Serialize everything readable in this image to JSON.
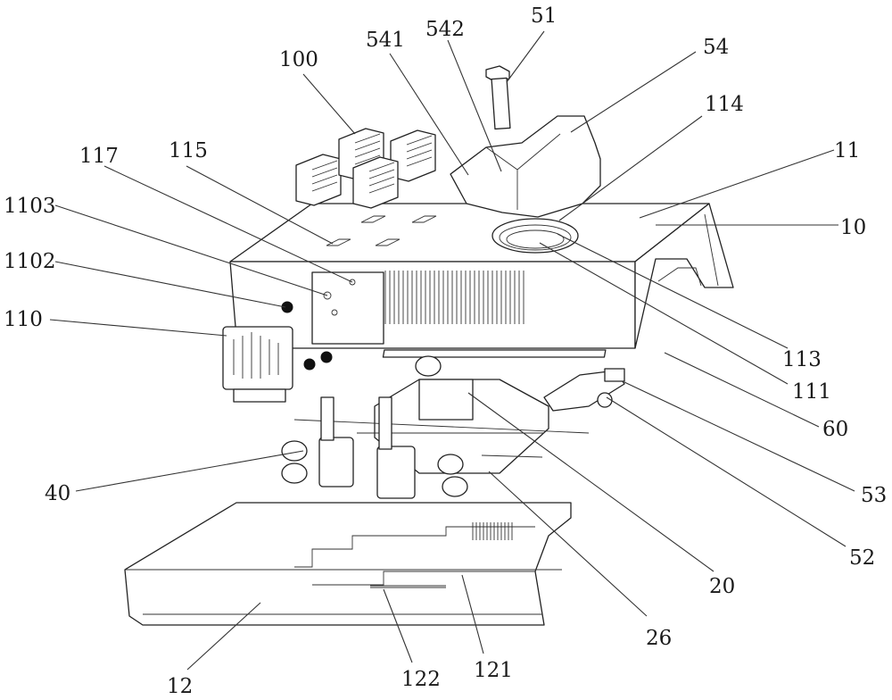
{
  "figure": {
    "type": "exploded-assembly-patent-drawing",
    "reference_labels": [
      {
        "id": "100",
        "text": "100"
      },
      {
        "id": "541",
        "text": "541"
      },
      {
        "id": "542",
        "text": "542"
      },
      {
        "id": "51",
        "text": "51"
      },
      {
        "id": "54",
        "text": "54"
      },
      {
        "id": "114",
        "text": "114"
      },
      {
        "id": "117",
        "text": "117"
      },
      {
        "id": "115",
        "text": "115"
      },
      {
        "id": "11",
        "text": "11"
      },
      {
        "id": "1103",
        "text": "1103"
      },
      {
        "id": "10",
        "text": "10"
      },
      {
        "id": "1102",
        "text": "1102"
      },
      {
        "id": "110",
        "text": "110"
      },
      {
        "id": "113",
        "text": "113"
      },
      {
        "id": "111",
        "text": "111"
      },
      {
        "id": "60",
        "text": "60"
      },
      {
        "id": "53",
        "text": "53"
      },
      {
        "id": "40",
        "text": "40"
      },
      {
        "id": "52",
        "text": "52"
      },
      {
        "id": "20",
        "text": "20"
      },
      {
        "id": "26",
        "text": "26"
      },
      {
        "id": "12",
        "text": "12"
      },
      {
        "id": "122",
        "text": "122"
      },
      {
        "id": "121",
        "text": "121"
      }
    ],
    "colors": {
      "ink": "#1a1a1a",
      "paper": "#ffffff"
    }
  }
}
